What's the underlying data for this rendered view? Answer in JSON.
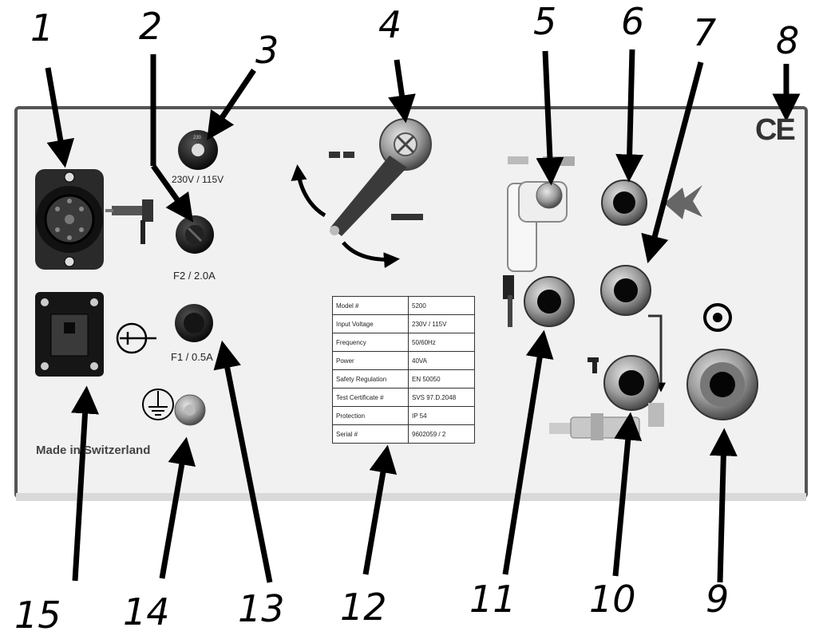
{
  "callouts": [
    "1",
    "2",
    "3",
    "4",
    "5",
    "6",
    "7",
    "8",
    "9",
    "10",
    "11",
    "12",
    "13",
    "14",
    "15"
  ],
  "panel_labels": {
    "voltage_selector": "230V / 115V",
    "fuse_f2": "F2 / 2.0A",
    "fuse_f1": "F1 / 0.5A",
    "made_in": "Made in Switzerland",
    "ce_mark": "CE"
  },
  "spec_table": [
    {
      "key": "Model #",
      "value": "5200"
    },
    {
      "key": "Input Voltage",
      "value": "230V / 115V"
    },
    {
      "key": "Frequency",
      "value": "50/60Hz"
    },
    {
      "key": "Power",
      "value": "40VA"
    },
    {
      "key": "Safety Regulation",
      "value": "EN 50050"
    },
    {
      "key": "Test Certificate #",
      "value": "SVS 97.D.2048"
    },
    {
      "key": "Protection",
      "value": "IP 54"
    },
    {
      "key": "Serial #",
      "value": "9602059 / 2"
    }
  ],
  "colors": {
    "ink": "#000000",
    "panel": "#f1f1f1",
    "panel_border": "#555555"
  }
}
